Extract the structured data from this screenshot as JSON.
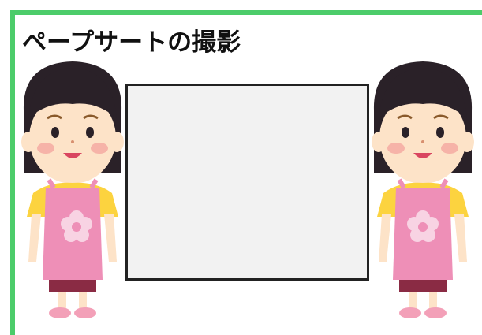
{
  "title": "ペープサートの撮影",
  "colors": {
    "frame": "#4ccc6a",
    "board_fill": "#f2f2f2",
    "board_border": "#222222",
    "hair": "#2a2128",
    "skin": "#fde3c8",
    "apron": "#ee8fb7",
    "shirt": "#fcd33f",
    "skirt": "#8a2b44",
    "flower": "#f8d3e3"
  },
  "figures": [
    {
      "name": "girl-left",
      "icon": "girl-holding-board-icon"
    },
    {
      "name": "girl-right",
      "icon": "girl-holding-board-icon"
    }
  ]
}
